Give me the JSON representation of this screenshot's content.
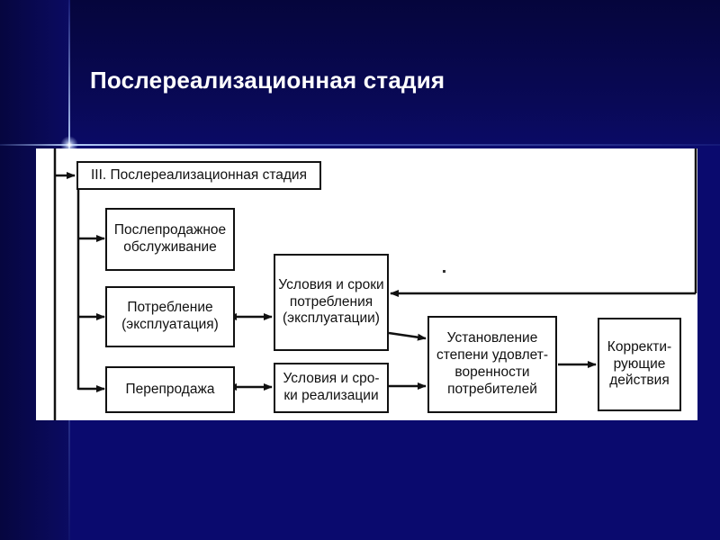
{
  "slide": {
    "title": "Послереализационная стадия"
  },
  "diagram": {
    "header": "III. Послереализационная стадия",
    "boxes": {
      "after_sales": "Послепродажное\nобслуживание",
      "consumption": "Потребление\n(эксплуатация)",
      "resale": "Перепродажа",
      "consumption_terms": "Условия и сроки\nпотребления\n(эксплуатации)",
      "sale_terms": "Условия и сро-\nки реализации",
      "satisfaction": "Установление\nстепени удовлет-\nворенности\nпотребителей",
      "corrective": "Корректи-\nрующие\nдействия"
    }
  },
  "colors": {
    "background": "#0a0a6e",
    "title": "#ffffff",
    "panel": "#ffffff",
    "ink": "#111111"
  }
}
